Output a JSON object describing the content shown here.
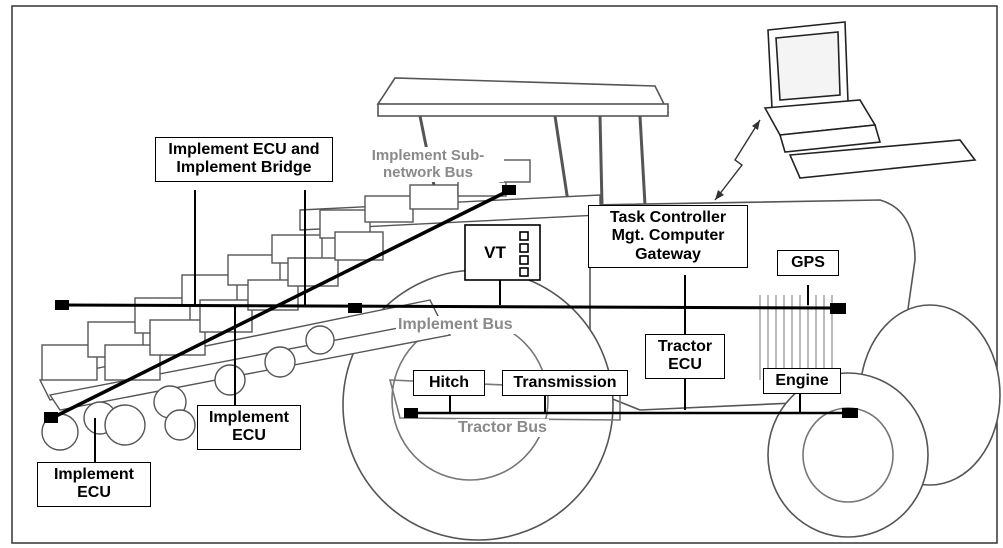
{
  "labels": {
    "implement_ecu_bridge_line1": "Implement ECU and",
    "implement_ecu_bridge_line2": "Implement Bridge",
    "subnetwork_line1": "Implement Sub-",
    "subnetwork_line2": "network Bus",
    "task_controller_line1": "Task Controller",
    "task_controller_line2": "Mgt. Computer",
    "task_controller_line3": "Gateway",
    "vt": "VT",
    "gps": "GPS",
    "implement_bus": "Implement Bus",
    "tractor_ecu_line1": "Tractor",
    "tractor_ecu_line2": "ECU",
    "hitch": "Hitch",
    "transmission": "Transmission",
    "engine": "Engine",
    "implement_ecu_mid_line1": "Implement",
    "implement_ecu_mid_line2": "ECU",
    "tractor_bus": "Tractor Bus",
    "implement_ecu_left_line1": "Implement",
    "implement_ecu_left_line2": "ECU"
  },
  "colors": {
    "bus_label": "#8a8a8a",
    "box_border": "#000000",
    "drawing_stroke": "#555555"
  }
}
